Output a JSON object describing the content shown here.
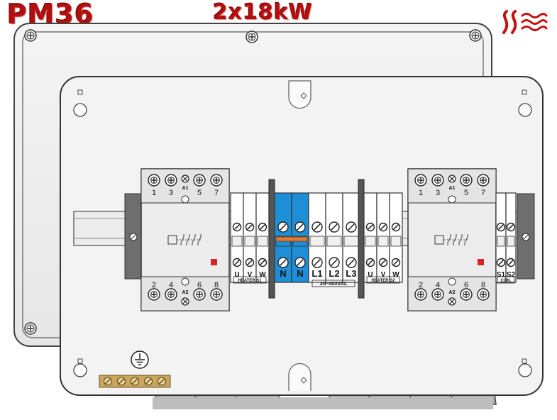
{
  "header": {
    "model": "PM36",
    "power": "2x18kW",
    "heat_icon": "heat-waves-icon"
  },
  "contactor_left": {
    "top_terminals": [
      "1",
      "3",
      "A1",
      "5",
      "7"
    ],
    "bottom_terminals": [
      "2",
      "4",
      "A2",
      "6",
      "8"
    ]
  },
  "contactor_right": {
    "top_terminals": [
      "1",
      "3",
      "A1",
      "5",
      "7"
    ],
    "bottom_terminals": [
      "2",
      "4",
      "A2",
      "6",
      "8"
    ]
  },
  "terminal_groups": [
    {
      "id": "heater1",
      "labels": [
        "U",
        "V",
        "W"
      ],
      "caption": "HEATER S1"
    },
    {
      "id": "neutral",
      "labels": [
        "N",
        "N"
      ],
      "caption": ""
    },
    {
      "id": "supply",
      "labels": [
        "L1",
        "L2",
        "L3"
      ],
      "caption": "3N~400VAC"
    },
    {
      "id": "heater2",
      "labels": [
        "U",
        "V",
        "W"
      ],
      "caption": "HEATER S2"
    },
    {
      "id": "control",
      "labels": [
        "S1",
        "S2"
      ],
      "caption": "CON."
    }
  ],
  "colors": {
    "accent_red": "#b01010",
    "neutral_blue": "#1e8fd6",
    "bridge_orange": "#e07a2c",
    "busbar_brass": "#c9a45c"
  },
  "icons": [
    "ground-icon",
    "screw-icon",
    "heat-waves-icon"
  ]
}
